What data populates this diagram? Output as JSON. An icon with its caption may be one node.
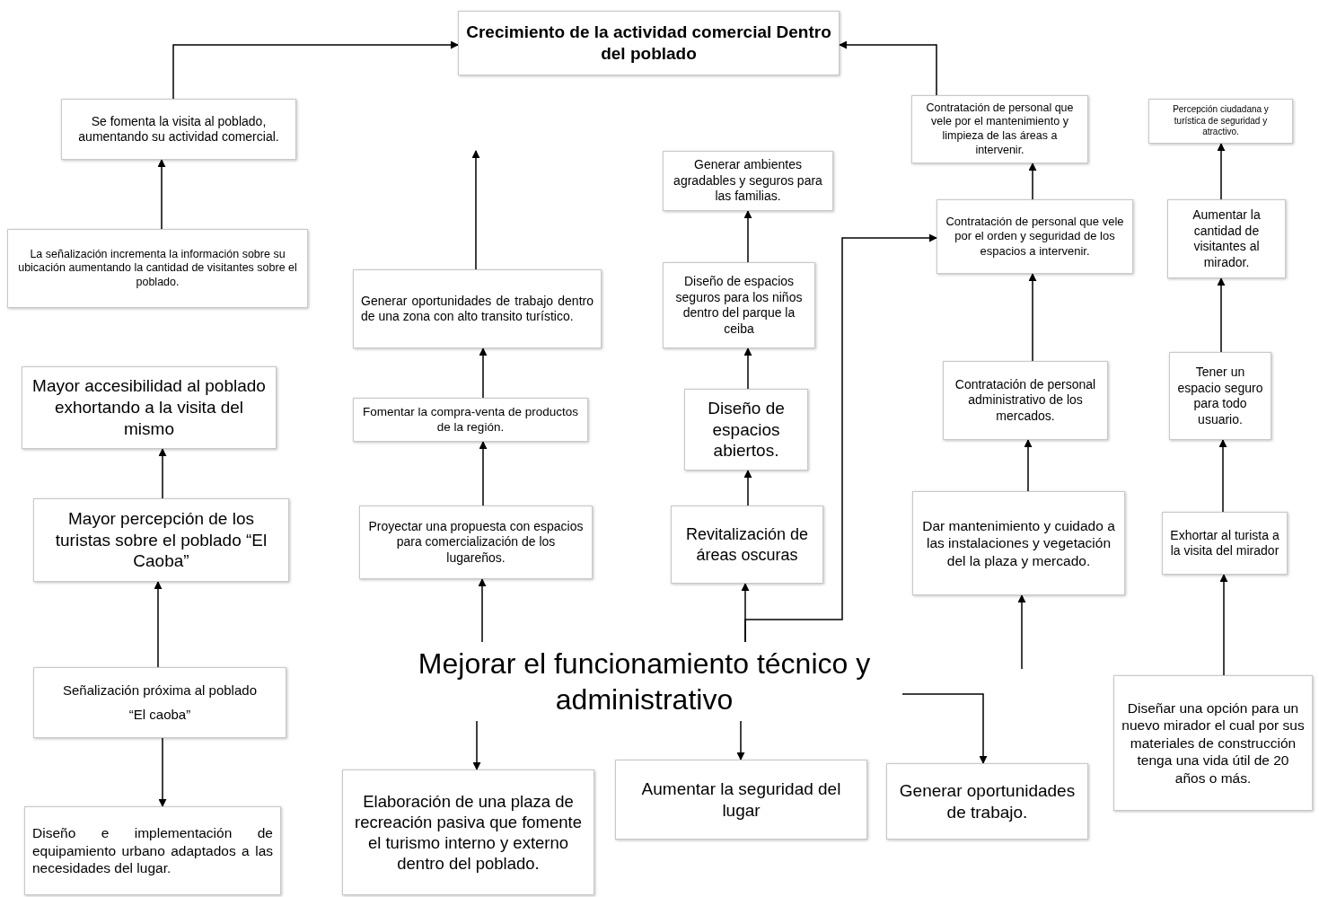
{
  "diagram": {
    "nodes": [
      {
        "text": [
          "Crecimiento de la actividad comercial Dentro del poblado"
        ]
      },
      {
        "text": [
          "Se fomenta  la visita al poblado, aumentando su actividad comercial."
        ]
      },
      {
        "text": [
          "Contratación de personal que vele por el mantenimiento y limpieza de las áreas a intervenir."
        ]
      },
      {
        "text": [
          "Percepción ciudadana y turística de seguridad y atractivo."
        ]
      },
      {
        "text": [
          "Generar ambientes agradables y seguros para las familias."
        ]
      },
      {
        "text": [
          "Contratación de personal que vele por el orden y seguridad de los espacios a intervenir."
        ]
      },
      {
        "text": [
          "Aumentar la cantidad de visitantes al mirador."
        ]
      },
      {
        "text": [
          "La señalización incrementa  la información sobre su ubicación aumentando la cantidad de visitantes sobre el poblado."
        ]
      },
      {
        "text": [
          "Generar oportunidades de trabajo dentro de una zona con alto transito turístico."
        ]
      },
      {
        "text": [
          "Diseño de espacios seguros para los niños dentro del parque la ceiba"
        ]
      },
      {
        "text": [
          "Tener un espacio seguro para todo usuario."
        ]
      },
      {
        "text": [
          "Contratación de personal administrativo de los mercados."
        ]
      },
      {
        "text": [
          "Mayor accesibilidad al poblado exhortando a la visita del mismo"
        ]
      },
      {
        "text": [
          "Diseño de espacios abiertos."
        ]
      },
      {
        "text": [
          "Fomentar la compra-venta de productos de la región."
        ]
      },
      {
        "text": [
          "Mayor percepción de los turistas sobre el poblado “El Caoba”"
        ]
      },
      {
        "text": [
          "Dar mantenimiento y cuidado a las instalaciones y vegetación del la plaza y mercado."
        ]
      },
      {
        "text": [
          "Exhortar al turista a la visita del mirador"
        ]
      },
      {
        "text": [
          "Proyectar una propuesta con espacios para comercialización de los lugareños."
        ]
      },
      {
        "text": [
          "Revitalización de áreas oscuras"
        ]
      },
      {
        "text": [
          "Mejorar el funcionamiento técnico y administrativo"
        ]
      },
      {
        "text": [
          "Señalización próxima al poblado",
          "“El caoba”"
        ]
      },
      {
        "text": [
          "Diseñar una opción para un nuevo mirador el cual por sus materiales de construcción tenga una vida útil de 20 años o más."
        ]
      },
      {
        "text": [
          "Diseño e implementación de equipamiento urbano adaptados a las necesidades del lugar."
        ]
      },
      {
        "text": [
          "Elaboración de una plaza de recreación pasiva que fomente el turismo interno y externo dentro del poblado."
        ]
      },
      {
        "text": [
          "Aumentar la seguridad del lugar"
        ]
      },
      {
        "text": [
          "Generar oportunidades de trabajo."
        ]
      }
    ],
    "edges": [
      {
        "from": 1,
        "to": 0,
        "arrow": "to"
      },
      {
        "from": 2,
        "to": 0,
        "arrow": "to"
      },
      {
        "from": 7,
        "to": 1,
        "arrow": "to"
      },
      {
        "from": 8,
        "to": null,
        "arrow": "to"
      },
      {
        "from": 14,
        "to": 8,
        "arrow": "to"
      },
      {
        "from": 18,
        "to": 14,
        "arrow": "to"
      },
      {
        "from": 20,
        "to": 18,
        "arrow": "to"
      },
      {
        "from": 9,
        "to": 4,
        "arrow": "to"
      },
      {
        "from": 13,
        "to": 9,
        "arrow": "to"
      },
      {
        "from": 19,
        "to": 13,
        "arrow": "to"
      },
      {
        "from": 20,
        "to": 19,
        "arrow": "to"
      },
      {
        "from": 20,
        "to": 5,
        "arrow": "to"
      },
      {
        "from": 5,
        "to": 2,
        "arrow": "to"
      },
      {
        "from": 11,
        "to": 5,
        "arrow": "to"
      },
      {
        "from": 16,
        "to": 11,
        "arrow": "to"
      },
      {
        "from": null,
        "to": 16,
        "arrow": "to"
      },
      {
        "from": 20,
        "to": 24,
        "arrow": "to"
      },
      {
        "from": 20,
        "to": 25,
        "arrow": "to"
      },
      {
        "from": 20,
        "to": 26,
        "arrow": "to"
      },
      {
        "from": 22,
        "to": 17,
        "arrow": "to"
      },
      {
        "from": 17,
        "to": 10,
        "arrow": "to"
      },
      {
        "from": 10,
        "to": 6,
        "arrow": "to"
      },
      {
        "from": 6,
        "to": 3,
        "arrow": "to"
      },
      {
        "from": 15,
        "to": 12,
        "arrow": "to"
      },
      {
        "from": 21,
        "to": 15,
        "arrow": "to"
      },
      {
        "from": 21,
        "to": 23,
        "arrow": "to"
      }
    ]
  }
}
